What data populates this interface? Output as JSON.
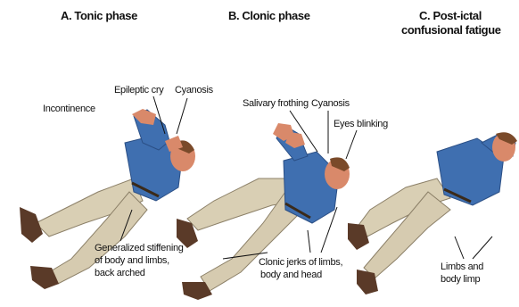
{
  "panels": [
    {
      "title": "A. Tonic phase",
      "labels": {
        "incontinence": "Incontinence",
        "epileptic_cry": "Epileptic cry",
        "cyanosis": "Cyanosis",
        "stiffening_1": "Generalized stiffening",
        "stiffening_2": "of body and limbs,",
        "stiffening_3": "back arched"
      }
    },
    {
      "title": "B. Clonic phase",
      "labels": {
        "salivary": "Salivary frothing",
        "cyanosis": "Cyanosis",
        "eyes": "Eyes blinking",
        "jerks_1": "Clonic jerks of limbs,",
        "jerks_2": "body and head"
      }
    },
    {
      "title_1": "C. Post-ictal",
      "title_2": "confusional fatigue",
      "labels": {
        "limp_1": "Limbs and",
        "limp_2": "body limp"
      }
    }
  ],
  "colors": {
    "shirt": "#3f6fb0",
    "trousers": "#d9cfb4",
    "skin": "#d9896a",
    "shoe": "#5a3a28",
    "hair": "#7a4a2a",
    "line": "#111111"
  }
}
